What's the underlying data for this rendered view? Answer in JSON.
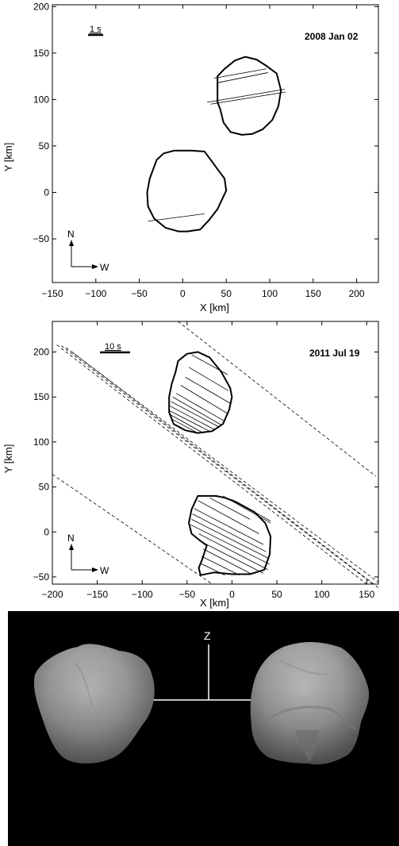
{
  "panels": [
    {
      "date": "2008 Jan 02",
      "scale_bar": "1 s",
      "xlabel": "X [km]",
      "ylabel": "Y [km]",
      "xlim": [
        -150,
        225
      ],
      "ylim": [
        -97,
        202
      ],
      "xticks": [
        -150,
        -100,
        -50,
        0,
        50,
        100,
        150,
        200
      ],
      "yticks": [
        -50,
        0,
        50,
        100,
        150,
        200
      ],
      "compass": {
        "north": "N",
        "west": "W"
      },
      "outlines": [
        [
          [
            -30,
            35
          ],
          [
            -22,
            42
          ],
          [
            -10,
            45
          ],
          [
            10,
            45
          ],
          [
            25,
            44
          ],
          [
            33,
            34
          ],
          [
            40,
            25
          ],
          [
            48,
            15
          ],
          [
            50,
            2
          ],
          [
            45,
            -8
          ],
          [
            40,
            -18
          ],
          [
            30,
            -30
          ],
          [
            20,
            -40
          ],
          [
            5,
            -42
          ],
          [
            -5,
            -42
          ],
          [
            -20,
            -38
          ],
          [
            -33,
            -28
          ],
          [
            -40,
            -15
          ],
          [
            -41,
            0
          ],
          [
            -38,
            15
          ],
          [
            -30,
            35
          ]
        ],
        [
          [
            40,
            114
          ],
          [
            40,
            125
          ],
          [
            48,
            133
          ],
          [
            60,
            142
          ],
          [
            72,
            146
          ],
          [
            85,
            143
          ],
          [
            95,
            137
          ],
          [
            108,
            128
          ],
          [
            113,
            110
          ],
          [
            110,
            93
          ],
          [
            103,
            78
          ],
          [
            92,
            68
          ],
          [
            80,
            63
          ],
          [
            68,
            62
          ],
          [
            55,
            65
          ],
          [
            47,
            75
          ],
          [
            43,
            90
          ],
          [
            40,
            97
          ],
          [
            40,
            114
          ]
        ]
      ],
      "chords": [
        {
          "x1": 36,
          "y1": 123,
          "x2": 96,
          "y2": 133
        },
        {
          "x1": 40,
          "y1": 118,
          "x2": 98,
          "y2": 129
        },
        {
          "x1": 28,
          "y1": 97,
          "x2": 117,
          "y2": 111
        },
        {
          "x1": 32,
          "y1": 95,
          "x2": 118,
          "y2": 108
        },
        {
          "x1": -40,
          "y1": -31,
          "x2": 25,
          "y2": -23
        }
      ],
      "dashed_lines": []
    },
    {
      "date": "2011 Jul 19",
      "scale_bar": "10 s",
      "xlabel": "X [km]",
      "ylabel": "Y [km]",
      "xlim": [
        -200,
        163
      ],
      "ylim": [
        -58,
        234
      ],
      "xticks": [
        -200,
        -150,
        -100,
        -50,
        0,
        50,
        100,
        150
      ],
      "yticks": [
        -50,
        0,
        50,
        100,
        150,
        200
      ],
      "compass": {
        "north": "N",
        "west": "W"
      },
      "outlines": [
        [
          [
            -38,
            40
          ],
          [
            -18,
            40
          ],
          [
            -8,
            38
          ],
          [
            5,
            33
          ],
          [
            25,
            22
          ],
          [
            37,
            10
          ],
          [
            43,
            -5
          ],
          [
            42,
            -25
          ],
          [
            36,
            -42
          ],
          [
            20,
            -47
          ],
          [
            0,
            -47
          ],
          [
            -20,
            -45
          ],
          [
            -35,
            -48
          ],
          [
            -37,
            -40
          ],
          [
            -33,
            -30
          ],
          [
            -28,
            -15
          ],
          [
            -35,
            -10
          ],
          [
            -45,
            -2
          ],
          [
            -48,
            10
          ],
          [
            -45,
            25
          ],
          [
            -38,
            40
          ]
        ],
        [
          [
            -60,
            190
          ],
          [
            -50,
            198
          ],
          [
            -38,
            200
          ],
          [
            -25,
            194
          ],
          [
            -12,
            178
          ],
          [
            -2,
            160
          ],
          [
            0,
            150
          ],
          [
            -3,
            136
          ],
          [
            -10,
            120
          ],
          [
            -22,
            112
          ],
          [
            -38,
            110
          ],
          [
            -52,
            113
          ],
          [
            -65,
            120
          ],
          [
            -70,
            133
          ],
          [
            -70,
            150
          ],
          [
            -67,
            165
          ],
          [
            -63,
            177
          ],
          [
            -60,
            190
          ]
        ]
      ],
      "chords": [
        {
          "x1": -45,
          "y1": 197,
          "x2": -5,
          "y2": 175
        },
        {
          "x1": -48,
          "y1": 183,
          "x2": -4,
          "y2": 157
        },
        {
          "x1": -52,
          "y1": 172,
          "x2": -2,
          "y2": 143
        },
        {
          "x1": -57,
          "y1": 163,
          "x2": -4,
          "y2": 131
        },
        {
          "x1": -62,
          "y1": 154,
          "x2": -8,
          "y2": 123
        },
        {
          "x1": -66,
          "y1": 150,
          "x2": -12,
          "y2": 119
        },
        {
          "x1": -68,
          "y1": 145,
          "x2": -15,
          "y2": 117
        },
        {
          "x1": -69,
          "y1": 140,
          "x2": -20,
          "y2": 114
        },
        {
          "x1": -70,
          "y1": 135,
          "x2": -25,
          "y2": 112
        },
        {
          "x1": -70,
          "y1": 131,
          "x2": -32,
          "y2": 110
        },
        {
          "x1": -68,
          "y1": 126,
          "x2": -40,
          "y2": 111
        },
        {
          "x1": -25,
          "y1": 38,
          "x2": 20,
          "y2": 14
        },
        {
          "x1": -38,
          "y1": 35,
          "x2": 30,
          "y2": -2
        },
        {
          "x1": -42,
          "y1": 26,
          "x2": 35,
          "y2": -14
        },
        {
          "x1": -44,
          "y1": 20,
          "x2": 38,
          "y2": -22
        },
        {
          "x1": -45,
          "y1": 14,
          "x2": 40,
          "y2": -29
        },
        {
          "x1": -46,
          "y1": 8,
          "x2": 42,
          "y2": -36
        },
        {
          "x1": -37,
          "y1": -2,
          "x2": 40,
          "y2": -42
        },
        {
          "x1": -32,
          "y1": -12,
          "x2": 35,
          "y2": -46
        },
        {
          "x1": -32,
          "y1": -19,
          "x2": 22,
          "y2": -47
        },
        {
          "x1": -34,
          "y1": -27,
          "x2": 8,
          "y2": -48
        },
        {
          "x1": -35,
          "y1": -35,
          "x2": -8,
          "y2": -48
        },
        {
          "x1": -10,
          "y1": 40,
          "x2": 43,
          "y2": 10
        },
        {
          "x1": 0,
          "y1": 36,
          "x2": 43,
          "y2": 12
        }
      ],
      "dashed_lines": [
        {
          "x1": -60,
          "y1": 234,
          "x2": 160,
          "y2": 62
        },
        {
          "x1": -200,
          "y1": 64,
          "x2": -22,
          "y2": -58
        },
        {
          "x1": -195,
          "y1": 208,
          "x2": 150,
          "y2": -58
        },
        {
          "x1": -190,
          "y1": 207,
          "x2": 157,
          "y2": -58
        },
        {
          "x1": -185,
          "y1": 205,
          "x2": 163,
          "y2": -56
        },
        {
          "x1": -178,
          "y1": 200,
          "x2": 163,
          "y2": -62
        }
      ]
    }
  ],
  "model_panel": {
    "axis_label": "Z"
  }
}
